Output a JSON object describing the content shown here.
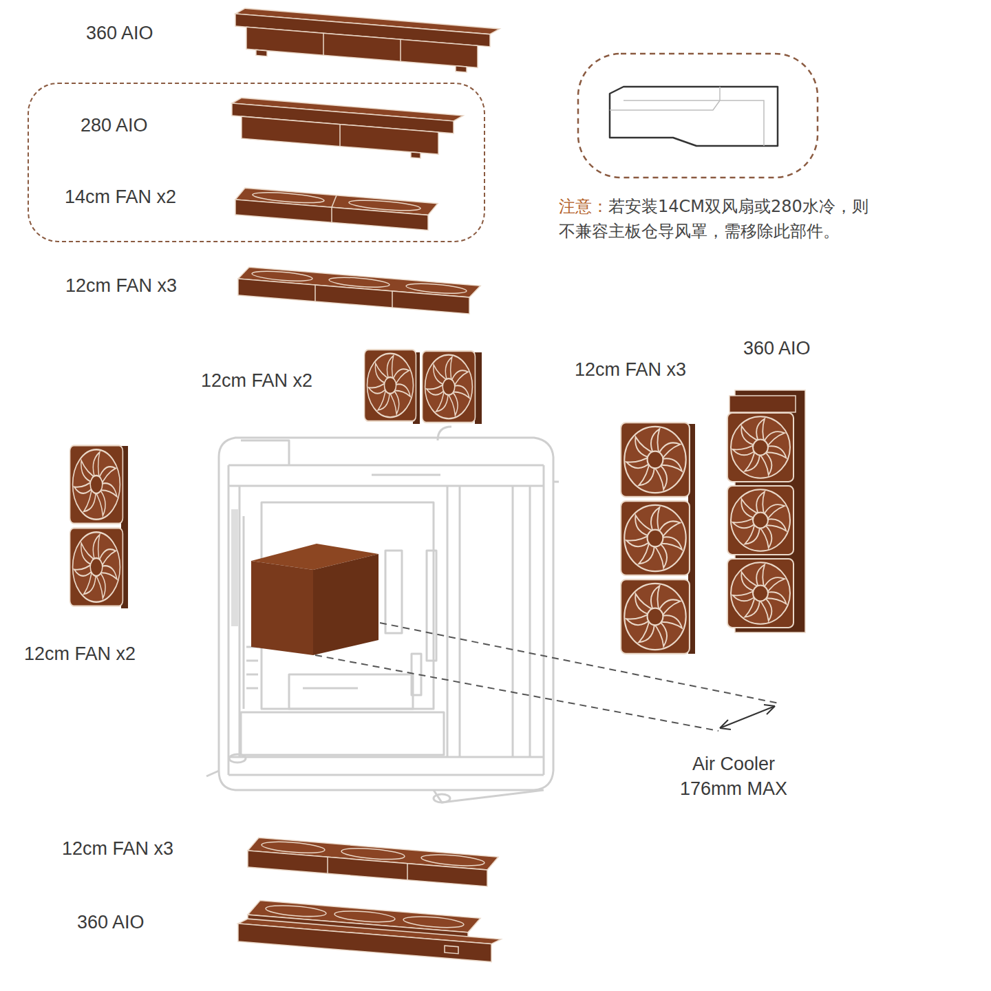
{
  "diagram": {
    "nodes": [
      {
        "text": [
          "280 AIO",
          "14cm FAN x2"
        ]
      }
    ],
    "labels": [
      "360 AIO",
      "注意：",
      "若安装14CM双风扇或280水冷，则 不兼容主板仓导风罩，需移除此部件。",
      "12cm FAN x3",
      "360 AIO",
      "12cm FAN x3",
      "12cm FAN x2",
      "12cm FAN x2",
      "Air Cooler 176mm MAX",
      "12cm FAN x3",
      "360 AIO"
    ]
  }
}
